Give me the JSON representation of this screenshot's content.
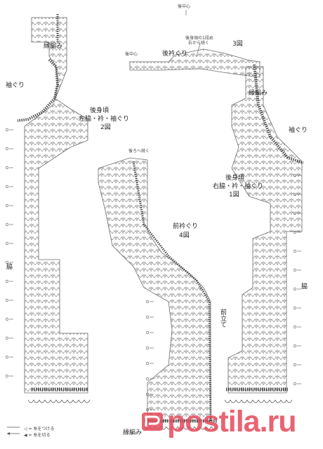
{
  "diagram": {
    "part1": {
      "title": "後身頃",
      "subtitle": "右脇・衿・袖ぐり",
      "figure": "1図"
    },
    "part2": {
      "title": "後身頃",
      "subtitle": "左脇・衿・袖ぐり",
      "figure": "2図"
    },
    "part3": {
      "title": "後衿ぐり",
      "figure": "3図"
    },
    "part4": {
      "title": "前衿ぐり",
      "figure": "4図"
    },
    "labels": {
      "ribbing_top_left": "縁編み",
      "ribbing_right": "縁編み",
      "ribbing_bottom": "縁編み",
      "armhole_left": "袖ぐり",
      "armhole_right": "袖ぐり",
      "side_left": "脇",
      "side_right": "脇",
      "front_band": "前立て",
      "back_center_1": "後中心",
      "back_center_2": "後中心",
      "continue_note_1": "後身頃の1段め",
      "continue_note_2": "右から続く",
      "continue_to_back": "後ろへ続く"
    },
    "legend": {
      "attach": "◁ = 糸をつける",
      "cut": "◀ = 糸を切る"
    },
    "watermark": "postila.ru"
  }
}
